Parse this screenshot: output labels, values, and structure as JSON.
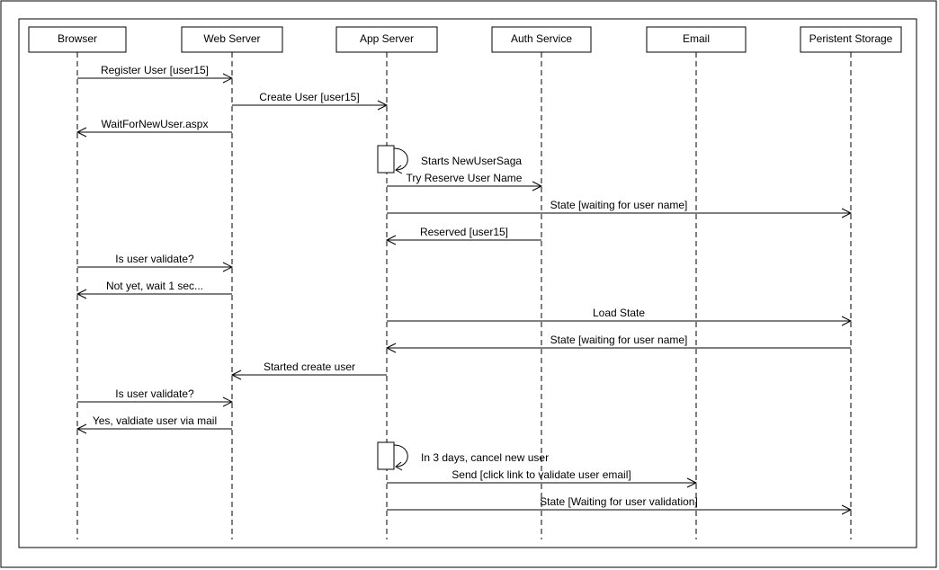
{
  "participants": [
    {
      "id": "browser",
      "label": "Browser"
    },
    {
      "id": "web",
      "label": "Web Server"
    },
    {
      "id": "app",
      "label": "App Server"
    },
    {
      "id": "auth",
      "label": "Auth Service"
    },
    {
      "id": "email",
      "label": "Email"
    },
    {
      "id": "storage",
      "label": "Peristent Storage"
    }
  ],
  "messages": [
    {
      "from": "browser",
      "to": "web",
      "label": "Register User [user15]"
    },
    {
      "from": "web",
      "to": "app",
      "label": "Create User [user15]"
    },
    {
      "from": "web",
      "to": "browser",
      "label": "WaitForNewUser.aspx"
    },
    {
      "from": "app",
      "to": "app",
      "label": "Starts NewUserSaga",
      "self": true
    },
    {
      "from": "app",
      "to": "auth",
      "label": "Try Reserve User Name"
    },
    {
      "from": "app",
      "to": "storage",
      "label": "State [waiting for user name]"
    },
    {
      "from": "auth",
      "to": "app",
      "label": "Reserved [user15]"
    },
    {
      "from": "browser",
      "to": "web",
      "label": "Is user validate?"
    },
    {
      "from": "web",
      "to": "browser",
      "label": "Not yet, wait 1 sec..."
    },
    {
      "from": "app",
      "to": "storage",
      "label": "Load State"
    },
    {
      "from": "storage",
      "to": "app",
      "label": "State [waiting for user name]"
    },
    {
      "from": "app",
      "to": "web",
      "label": "Started create user"
    },
    {
      "from": "browser",
      "to": "web",
      "label": "Is user validate?"
    },
    {
      "from": "web",
      "to": "browser",
      "label": "Yes, valdiate user via mail"
    },
    {
      "from": "app",
      "to": "app",
      "label": "In 3 days, cancel new user",
      "self": true
    },
    {
      "from": "app",
      "to": "email",
      "label": "Send [click link to validate user email]"
    },
    {
      "from": "app",
      "to": "storage",
      "label": "State [Waiting for user validation]"
    }
  ]
}
